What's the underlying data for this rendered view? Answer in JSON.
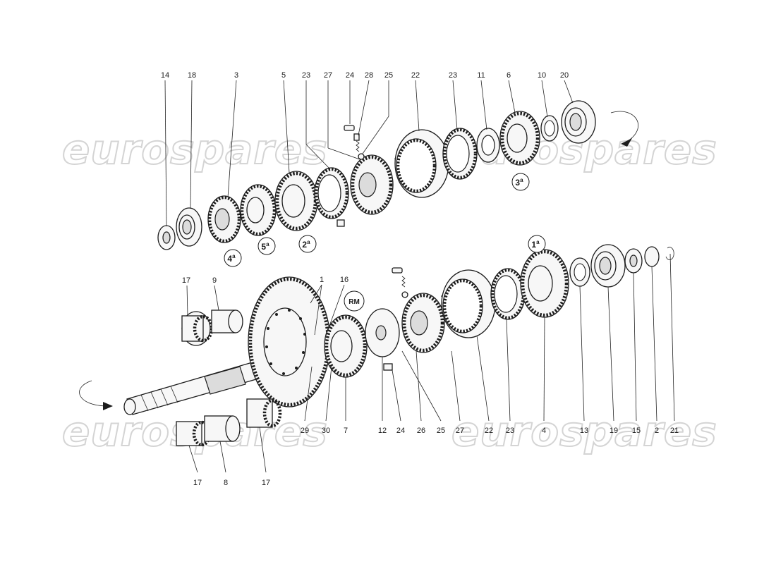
{
  "watermark": {
    "text": "eurospares"
  },
  "gear_labels": {
    "g4": "4",
    "g5": "5",
    "g2": "2",
    "g3": "3",
    "g1": "1",
    "superscript": "a",
    "rm": "RM"
  },
  "upper_callouts": [
    "14",
    "18",
    "3",
    "5",
    "23",
    "27",
    "24",
    "28",
    "25",
    "22",
    "23",
    "11",
    "6",
    "10",
    "20"
  ],
  "lower_callouts_top": [
    "17",
    "9",
    "1",
    "16"
  ],
  "lower_callouts_bottom": [
    "17",
    "8",
    "17",
    "29",
    "30",
    "7",
    "12",
    "24",
    "26",
    "25",
    "27",
    "22",
    "23",
    "4",
    "13",
    "19",
    "15",
    "2",
    "21"
  ]
}
